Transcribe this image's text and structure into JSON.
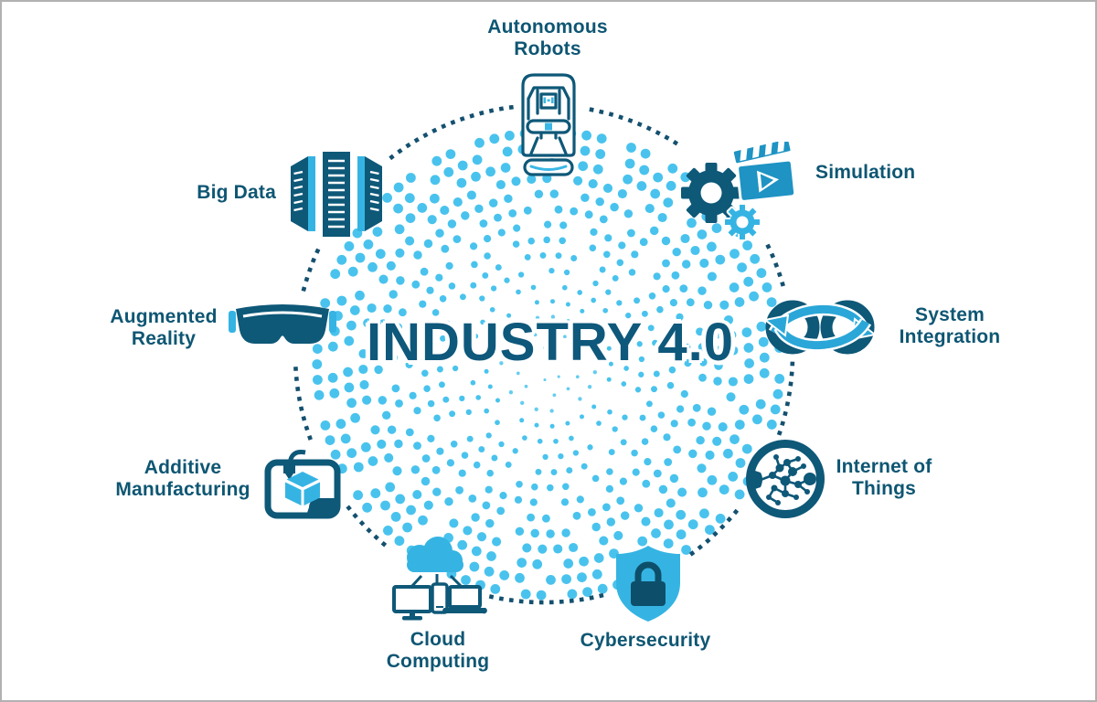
{
  "title": "INDUSTRY 4.0",
  "colors": {
    "dark_teal": "#0e5673",
    "title_teal": "#0e587b",
    "cyan_dot": "#3fc0ec",
    "ring_dot": "#14506f",
    "light_blue": "#35b4e3",
    "medium_blue": "#1e93c4"
  },
  "nodes": [
    {
      "id": "autonomous-robots",
      "label": "Autonomous\nRobots",
      "icon": "autonomous-car-icon"
    },
    {
      "id": "simulation",
      "label": "Simulation",
      "icon": "gears-clapperboard-icon"
    },
    {
      "id": "system-integration",
      "label": "System\nIntegration",
      "icon": "chain-links-arrows-icon"
    },
    {
      "id": "internet-of-things",
      "label": "Internet of\nThings",
      "icon": "globe-network-icon"
    },
    {
      "id": "cybersecurity",
      "label": "Cybersecurity",
      "icon": "shield-lock-icon"
    },
    {
      "id": "cloud-computing",
      "label": "Cloud\nComputing",
      "icon": "cloud-devices-icon"
    },
    {
      "id": "additive-manufacturing",
      "label": "Additive\nManufacturing",
      "icon": "printer-3d-icon"
    },
    {
      "id": "augmented-reality",
      "label": "Augmented\nReality",
      "icon": "ar-headset-icon"
    },
    {
      "id": "big-data",
      "label": "Big Data",
      "icon": "server-stack-icon"
    }
  ]
}
